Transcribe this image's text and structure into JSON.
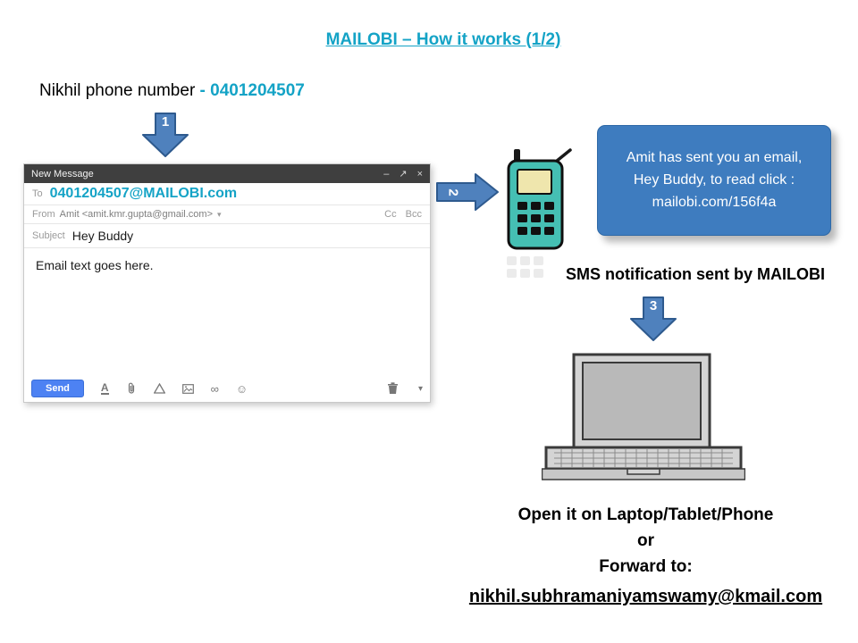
{
  "title": "MAILOBI – How it works (1/2)",
  "intro": {
    "label": "Nikhil phone number ",
    "number": "- 0401204507"
  },
  "steps": {
    "s1": "1",
    "s2": "2",
    "s3": "3"
  },
  "compose": {
    "window_title": "New Message",
    "controls": {
      "minimize": "–",
      "popout": "↗",
      "close": "×"
    },
    "to_label": "To",
    "to_value": "0401204507@MAILOBI.com",
    "from_label": "From",
    "from_value": "Amit <amit.kmr.gupta@gmail.com>",
    "from_caret": "▾",
    "cc": "Cc",
    "bcc": "Bcc",
    "subject_label": "Subject",
    "subject_value": "Hey Buddy",
    "body": "Email text goes here.",
    "toolbar": {
      "send": "Send",
      "format": "A",
      "link": "∞",
      "emoji": "☺",
      "more": "▾"
    }
  },
  "sms": {
    "line1": "Amit has sent you an email,",
    "line2": "Hey Buddy, to read click :",
    "line3": "mailobi.com/156f4a",
    "caption": "SMS notification sent by MAILOBI"
  },
  "footer": {
    "line1": "Open it on Laptop/Tablet/Phone",
    "line2": "or",
    "line3": "Forward to:",
    "email": "nikhil.subhramaniyamswamy@kmail.com"
  },
  "colors": {
    "accent_teal": "#14A3C6",
    "arrow_blue": "#4F81BD",
    "bubble_blue": "#3E7CBF",
    "send_blue": "#4D82F3",
    "phone_teal": "#45BFB3"
  }
}
